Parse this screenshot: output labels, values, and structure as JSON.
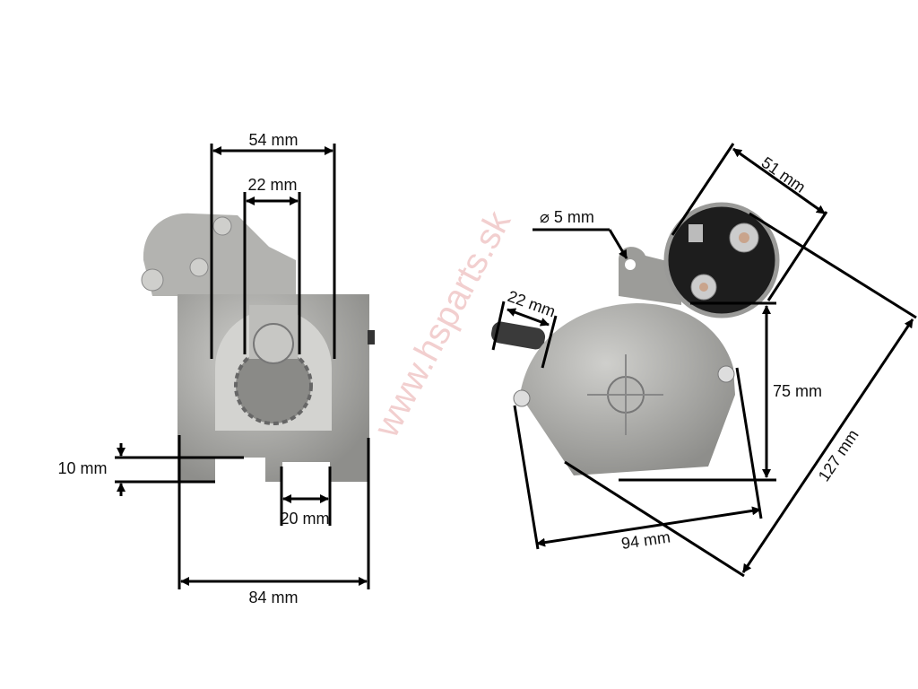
{
  "watermark": "www.hsparts.sk",
  "front_view": {
    "dims": {
      "width_top": "54 mm",
      "shaft": "22 mm",
      "notch_height": "10 mm",
      "notch_width": "20 mm",
      "plate_width": "84 mm"
    }
  },
  "rear_view": {
    "dims": {
      "hole": "⌀ 5 mm",
      "stub": "22 mm",
      "solenoid": "51 mm",
      "height": "75 mm",
      "diagonal": "127 mm",
      "width": "94 mm"
    }
  },
  "colors": {
    "metal": "#a9a9a6",
    "metal_dark": "#7d7d7a",
    "solenoid": "#1d1d1d"
  }
}
